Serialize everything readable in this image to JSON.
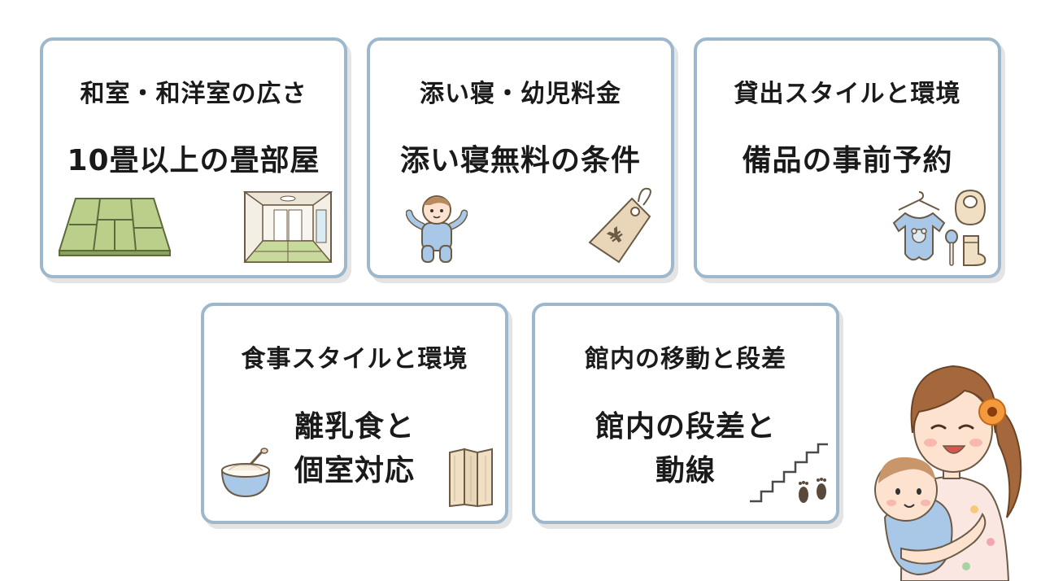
{
  "cards": [
    {
      "heading": "和室・和洋室の広さ",
      "main": "10畳以上の畳部屋"
    },
    {
      "heading": "添い寝・幼児料金",
      "main": "添い寝無料の条件"
    },
    {
      "heading": "貸出スタイルと環境",
      "main": "備品の事前予約"
    },
    {
      "heading": "食事スタイルと環境",
      "main_line1": "離乳食と",
      "main_line2": "個室対応"
    },
    {
      "heading": "館内の移動と段差",
      "main_line1": "館内の段差と",
      "main_line2": "動線"
    }
  ],
  "icons": {
    "card1": [
      "tatami-icon",
      "japanese-room-icon"
    ],
    "card2": [
      "baby-icon",
      "price-tag-icon"
    ],
    "card3": [
      "baby-clothes-icon",
      "bib-icon",
      "spoon-icon",
      "baby-sock-icon"
    ],
    "card4": [
      "baby-food-bowl-icon",
      "folding-screen-icon"
    ],
    "card5": [
      "stairs-icon",
      "footprints-icon"
    ],
    "illustration": "mother-and-baby-illustration"
  },
  "tag_symbol": "¥",
  "colors": {
    "card_border": "#9db8cc",
    "tatami": "#b9cf8a",
    "baby_clothes": "#a9c7e6"
  }
}
